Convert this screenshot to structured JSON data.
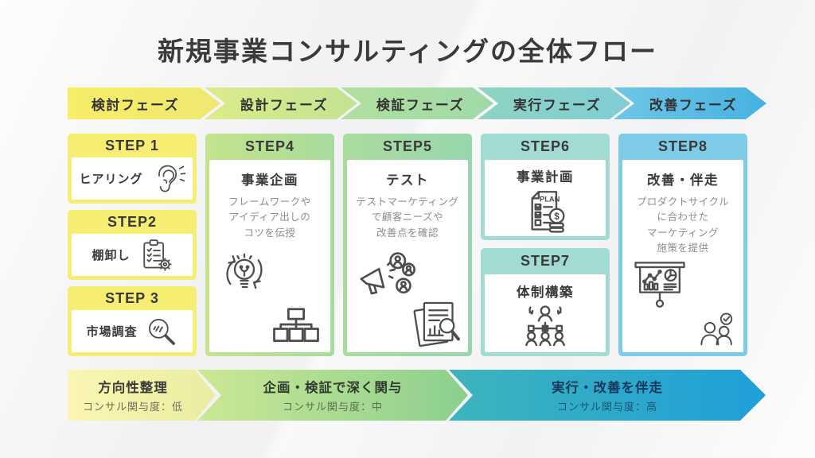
{
  "title": "新規事業コンサルティングの全体フロー",
  "phases": [
    {
      "label": "検討フェーズ",
      "color": "#f5ec6a"
    },
    {
      "label": "設計フェーズ",
      "color": "#cfe78e"
    },
    {
      "label": "検証フェーズ",
      "color": "#a9dca1"
    },
    {
      "label": "実行フェーズ",
      "color": "#8ad1c7"
    },
    {
      "label": "改善フェーズ",
      "color": "#5fc0e6"
    }
  ],
  "steps": {
    "step1": {
      "badge": "STEP 1",
      "title": "ヒアリング",
      "icon": "ear-icon"
    },
    "step2": {
      "badge": "STEP2",
      "title": "棚卸し",
      "icon": "clipboard-gear-icon"
    },
    "step3": {
      "badge": "STEP 3",
      "title": "市場調査",
      "icon": "magnifier-icon"
    },
    "step4": {
      "badge": "STEP4",
      "title": "事業企画",
      "description": "フレームワークや\nアイディア出しの\nコツを伝授",
      "icons": [
        "idea-cycle-icon",
        "org-chart-icon"
      ]
    },
    "step5": {
      "badge": "STEP5",
      "title": "テスト",
      "description": "テストマーケティング\nで顧客ニーズや\n改善点を確認",
      "icons": [
        "promotion-megaphone-icon",
        "report-analysis-icon"
      ]
    },
    "step6": {
      "badge": "STEP6",
      "title": "事業計画",
      "icon": "business-plan-icon",
      "icon_label": "PLAN",
      "icon_currency": "$"
    },
    "step7": {
      "badge": "STEP7",
      "title": "体制構築",
      "icon": "team-structure-icon"
    },
    "step8": {
      "badge": "STEP8",
      "title": "改善・伴走",
      "description": "プロダクトサイクル\nに合わせた\nマーケティング\n施策を提供",
      "icons": [
        "presentation-chart-icon",
        "support-check-icon"
      ]
    }
  },
  "bands": [
    {
      "title": "方向性整理",
      "subtitle": "コンサル関与度：低"
    },
    {
      "title": "企画・検証で深く関与",
      "subtitle": "コンサル関与度：中"
    },
    {
      "title": "実行・改善を伴走",
      "subtitle": "コンサル関与度：高"
    }
  ],
  "colors": {
    "step_yellow": "#f6ee72",
    "step_green": "#b5df93",
    "step_green_dark": "#a2d9a4",
    "step_teal": "#a2dbd2",
    "step_blue": "#7ecbe9",
    "band_yellow": "#f3f0a8",
    "band_green": "#a9db91",
    "band_blue_start": "#3db4bc",
    "band_blue_end": "#1f9fd8",
    "text_dark": "#3a3a3a",
    "text_gray": "#8d8d8d",
    "band_c_text": "#14395c"
  }
}
